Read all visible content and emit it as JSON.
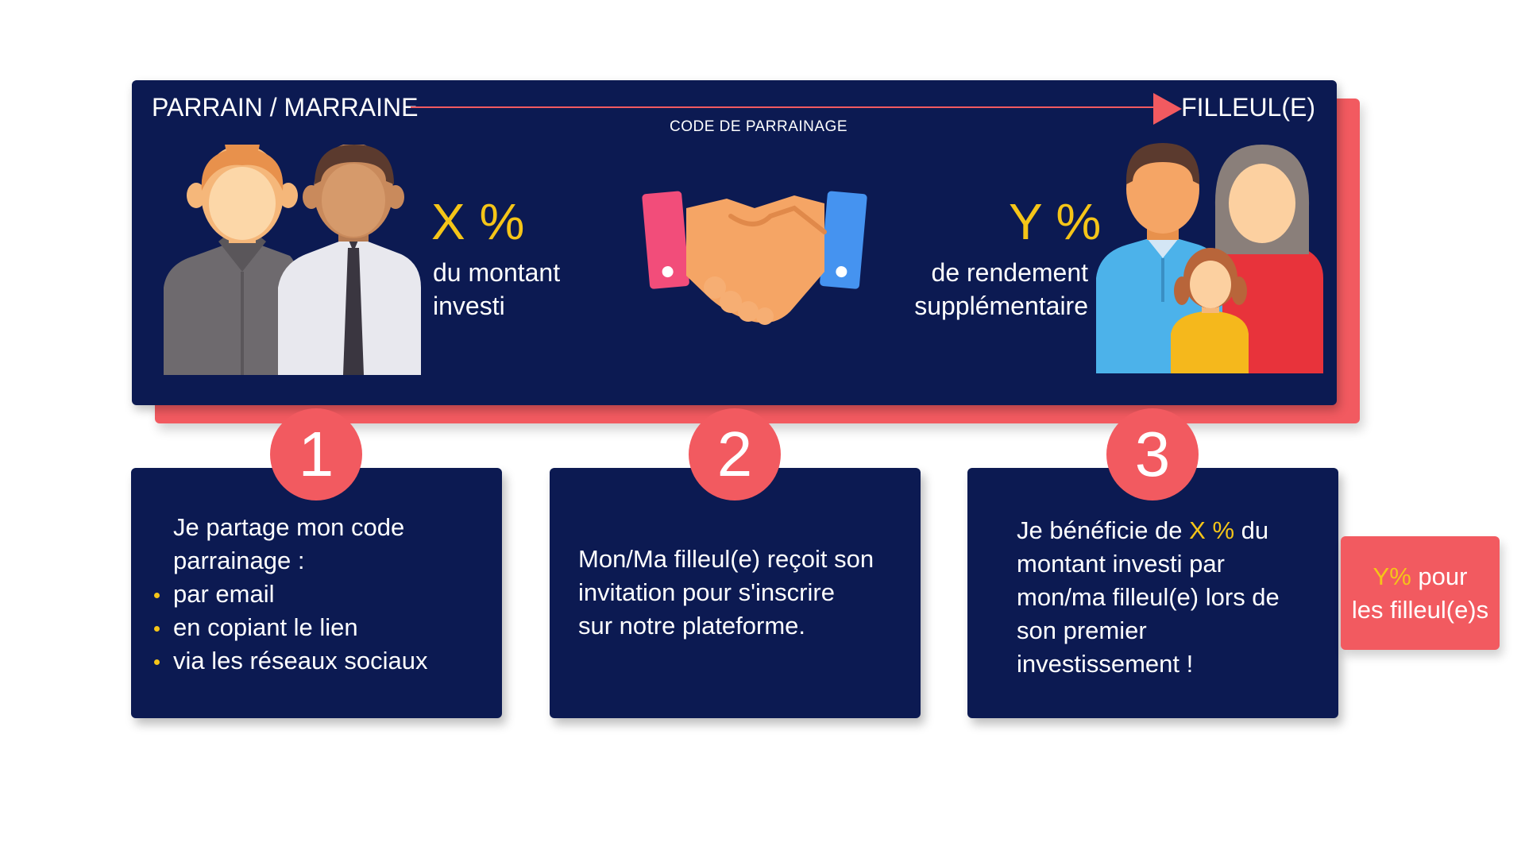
{
  "header": {
    "left_label": "PARRAIN / MARRAINE",
    "right_label": "FILLEUL(E)",
    "arrow_label": "CODE DE PARRAINAGE"
  },
  "sponsor_reward": {
    "value": "X %",
    "line1": "du montant",
    "line2": "investi"
  },
  "referee_reward": {
    "value": "Y %",
    "line1": "de rendement",
    "line2": "supplémentaire"
  },
  "steps": [
    {
      "number": "1",
      "intro_line1": "Je partage mon code",
      "intro_line2": "parrainage  :",
      "bullets": [
        "par email",
        "en copiant le lien",
        "via les réseaux sociaux"
      ]
    },
    {
      "number": "2",
      "text_line1": "Mon/Ma filleul(e) reçoit son",
      "text_line2": "invitation pour s'inscrire",
      "text_line3": "sur notre plateforme."
    },
    {
      "number": "3",
      "text_prefix": "Je bénéficie de ",
      "text_highlight": "X %",
      "text_suffix": " du",
      "text_line2": "montant investi par",
      "text_line3": "mon/ma filleul(e) lors de",
      "text_line4": "son premier",
      "text_line5": "investissement !"
    }
  ],
  "side_tag": {
    "highlight": "Y%",
    "text_suffix": " pour",
    "line2": "les filleul(e)s"
  },
  "icons": {
    "sponsors": "sponsor-couple-icon",
    "handshake": "handshake-icon",
    "family": "family-icon"
  },
  "colors": {
    "navy": "#0c1a52",
    "coral": "#f25a60",
    "yellow": "#f5c518"
  }
}
